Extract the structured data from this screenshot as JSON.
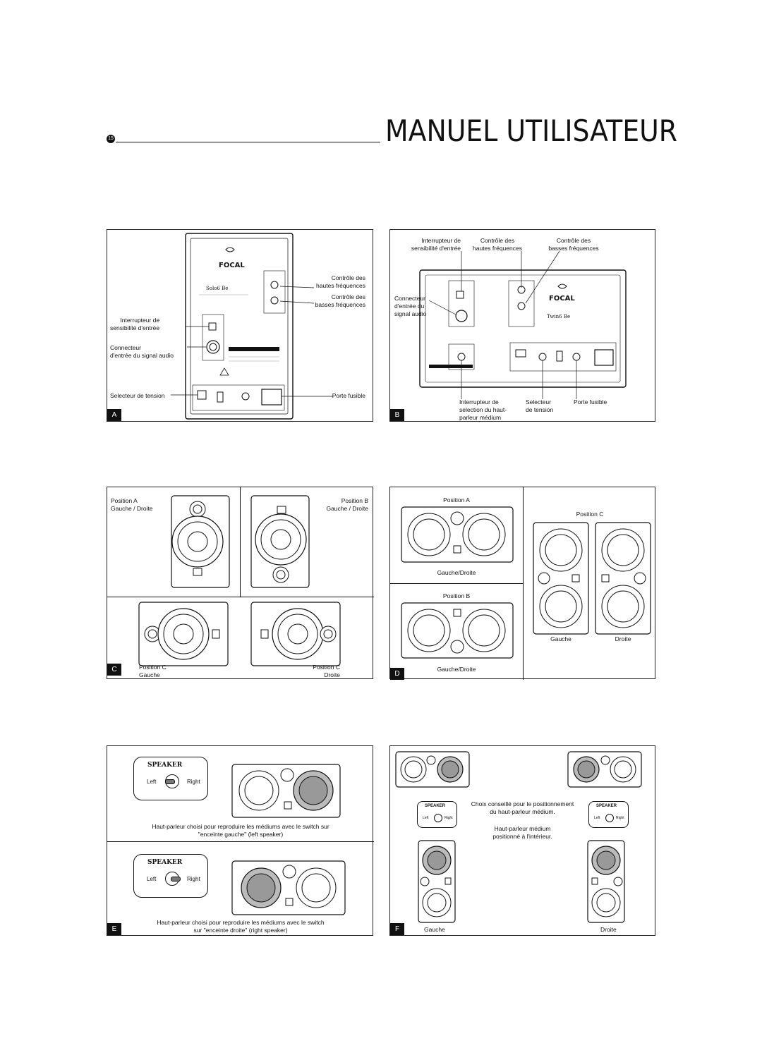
{
  "header": {
    "page_number": "15",
    "title": "MANUEL UTILISATEUR"
  },
  "panel_a": {
    "tag": "A",
    "label_hf": [
      "Contrôle des",
      "hautes fréquences"
    ],
    "label_lf": [
      "Contrôle des",
      "basses fréquences"
    ],
    "label_sens": [
      "Interrupteur de",
      "sensibilité d'entrée"
    ],
    "label_conn": [
      "Connecteur",
      "d'entrée du signal audio"
    ],
    "label_volt": "Selecteur de tension",
    "label_fuse": "Porte fusible",
    "model": "Solo6 Be",
    "brand": "FOCAL",
    "subtitle": "Professional Monitoring System"
  },
  "panel_b": {
    "tag": "B",
    "label_sens": [
      "Interrupteur de",
      "sensibilité d'entrée"
    ],
    "label_hf": [
      "Contrôle des",
      "hautes fréquences"
    ],
    "label_lf": [
      "Contrôle des",
      "basses fréquences"
    ],
    "label_conn": [
      "Connecteur",
      "d'entrée du",
      "signal audio"
    ],
    "label_switch": [
      "Interrupteur de",
      "selection du haut-",
      "parleur médium"
    ],
    "label_volt": [
      "Selecteur",
      "de tension"
    ],
    "label_fuse": "Porte fusible",
    "model": "Twin6 Be",
    "brand": "FOCAL"
  },
  "panel_c": {
    "tag": "C",
    "pos_a": [
      "Position A",
      "Gauche / Droite"
    ],
    "pos_b": [
      "Position B",
      "Gauche / Droite"
    ],
    "pos_c_left": [
      "Position C",
      "Gauche"
    ],
    "pos_c_right": [
      "Position C",
      "Droite"
    ]
  },
  "panel_d": {
    "tag": "D",
    "pos_a": "Position A",
    "pos_a_side": "Gauche/Droite",
    "pos_b": "Position B",
    "pos_b_side": "Gauche/Droite",
    "pos_c": "Position C",
    "left": "Gauche",
    "right": "Droite"
  },
  "panel_e": {
    "tag": "E",
    "speaker_label": "SPEAKER",
    "left": "Left",
    "right": "Right",
    "caption_1": [
      "Haut-parleur choisi pour reproduire les médiums avec le switch sur",
      "\"enceinte gauche\" (left speaker)"
    ],
    "caption_2": [
      "Haut-parleur choisi pour reproduire les médiums avec le switch",
      "sur \"enceinte droite\" (right speaker)"
    ]
  },
  "panel_f": {
    "tag": "F",
    "speaker_label": "SPEAKER",
    "left": "Left",
    "right": "Right",
    "caption_1": [
      "Choix conseillé pour le positionnement",
      "du haut-parleur médium."
    ],
    "caption_2": [
      "Haut-parleur médium",
      "positionné à l'intérieur."
    ],
    "gauche": "Gauche",
    "droite": "Droite"
  }
}
